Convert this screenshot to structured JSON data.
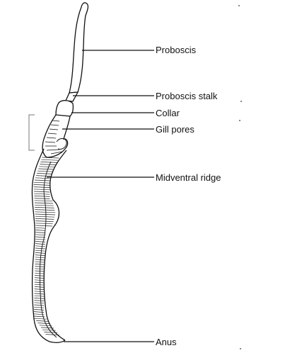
{
  "labels": {
    "proboscis": "Proboscis",
    "proboscis_stalk": "Proboscis stalk",
    "collar": "Collar",
    "gill_pores": "Gill pores",
    "midventral_ridge": "Midventral ridge",
    "anus": "Anus"
  },
  "colors": {
    "line": "#111111",
    "background": "#ffffff"
  }
}
